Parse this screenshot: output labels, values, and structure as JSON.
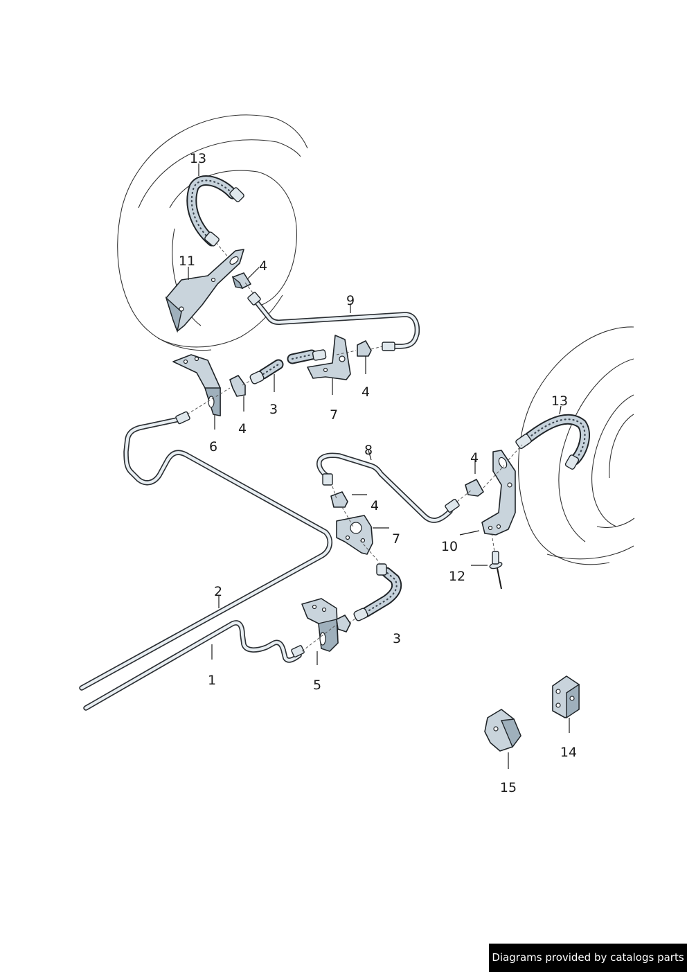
{
  "labels": {
    "l1": "1",
    "l2": "2",
    "l3a": "3",
    "l3b": "3",
    "l4a": "4",
    "l4b": "4",
    "l4c": "4",
    "l4d": "4",
    "l4e": "4",
    "l5": "5",
    "l6": "6",
    "l7a": "7",
    "l7b": "7",
    "l8": "8",
    "l9": "9",
    "l10": "10",
    "l11": "11",
    "l12": "12",
    "l13a": "13",
    "l13b": "13",
    "l14": "14",
    "l15": "15"
  },
  "footer": {
    "text": "Diagrams provided by catalogs parts"
  }
}
